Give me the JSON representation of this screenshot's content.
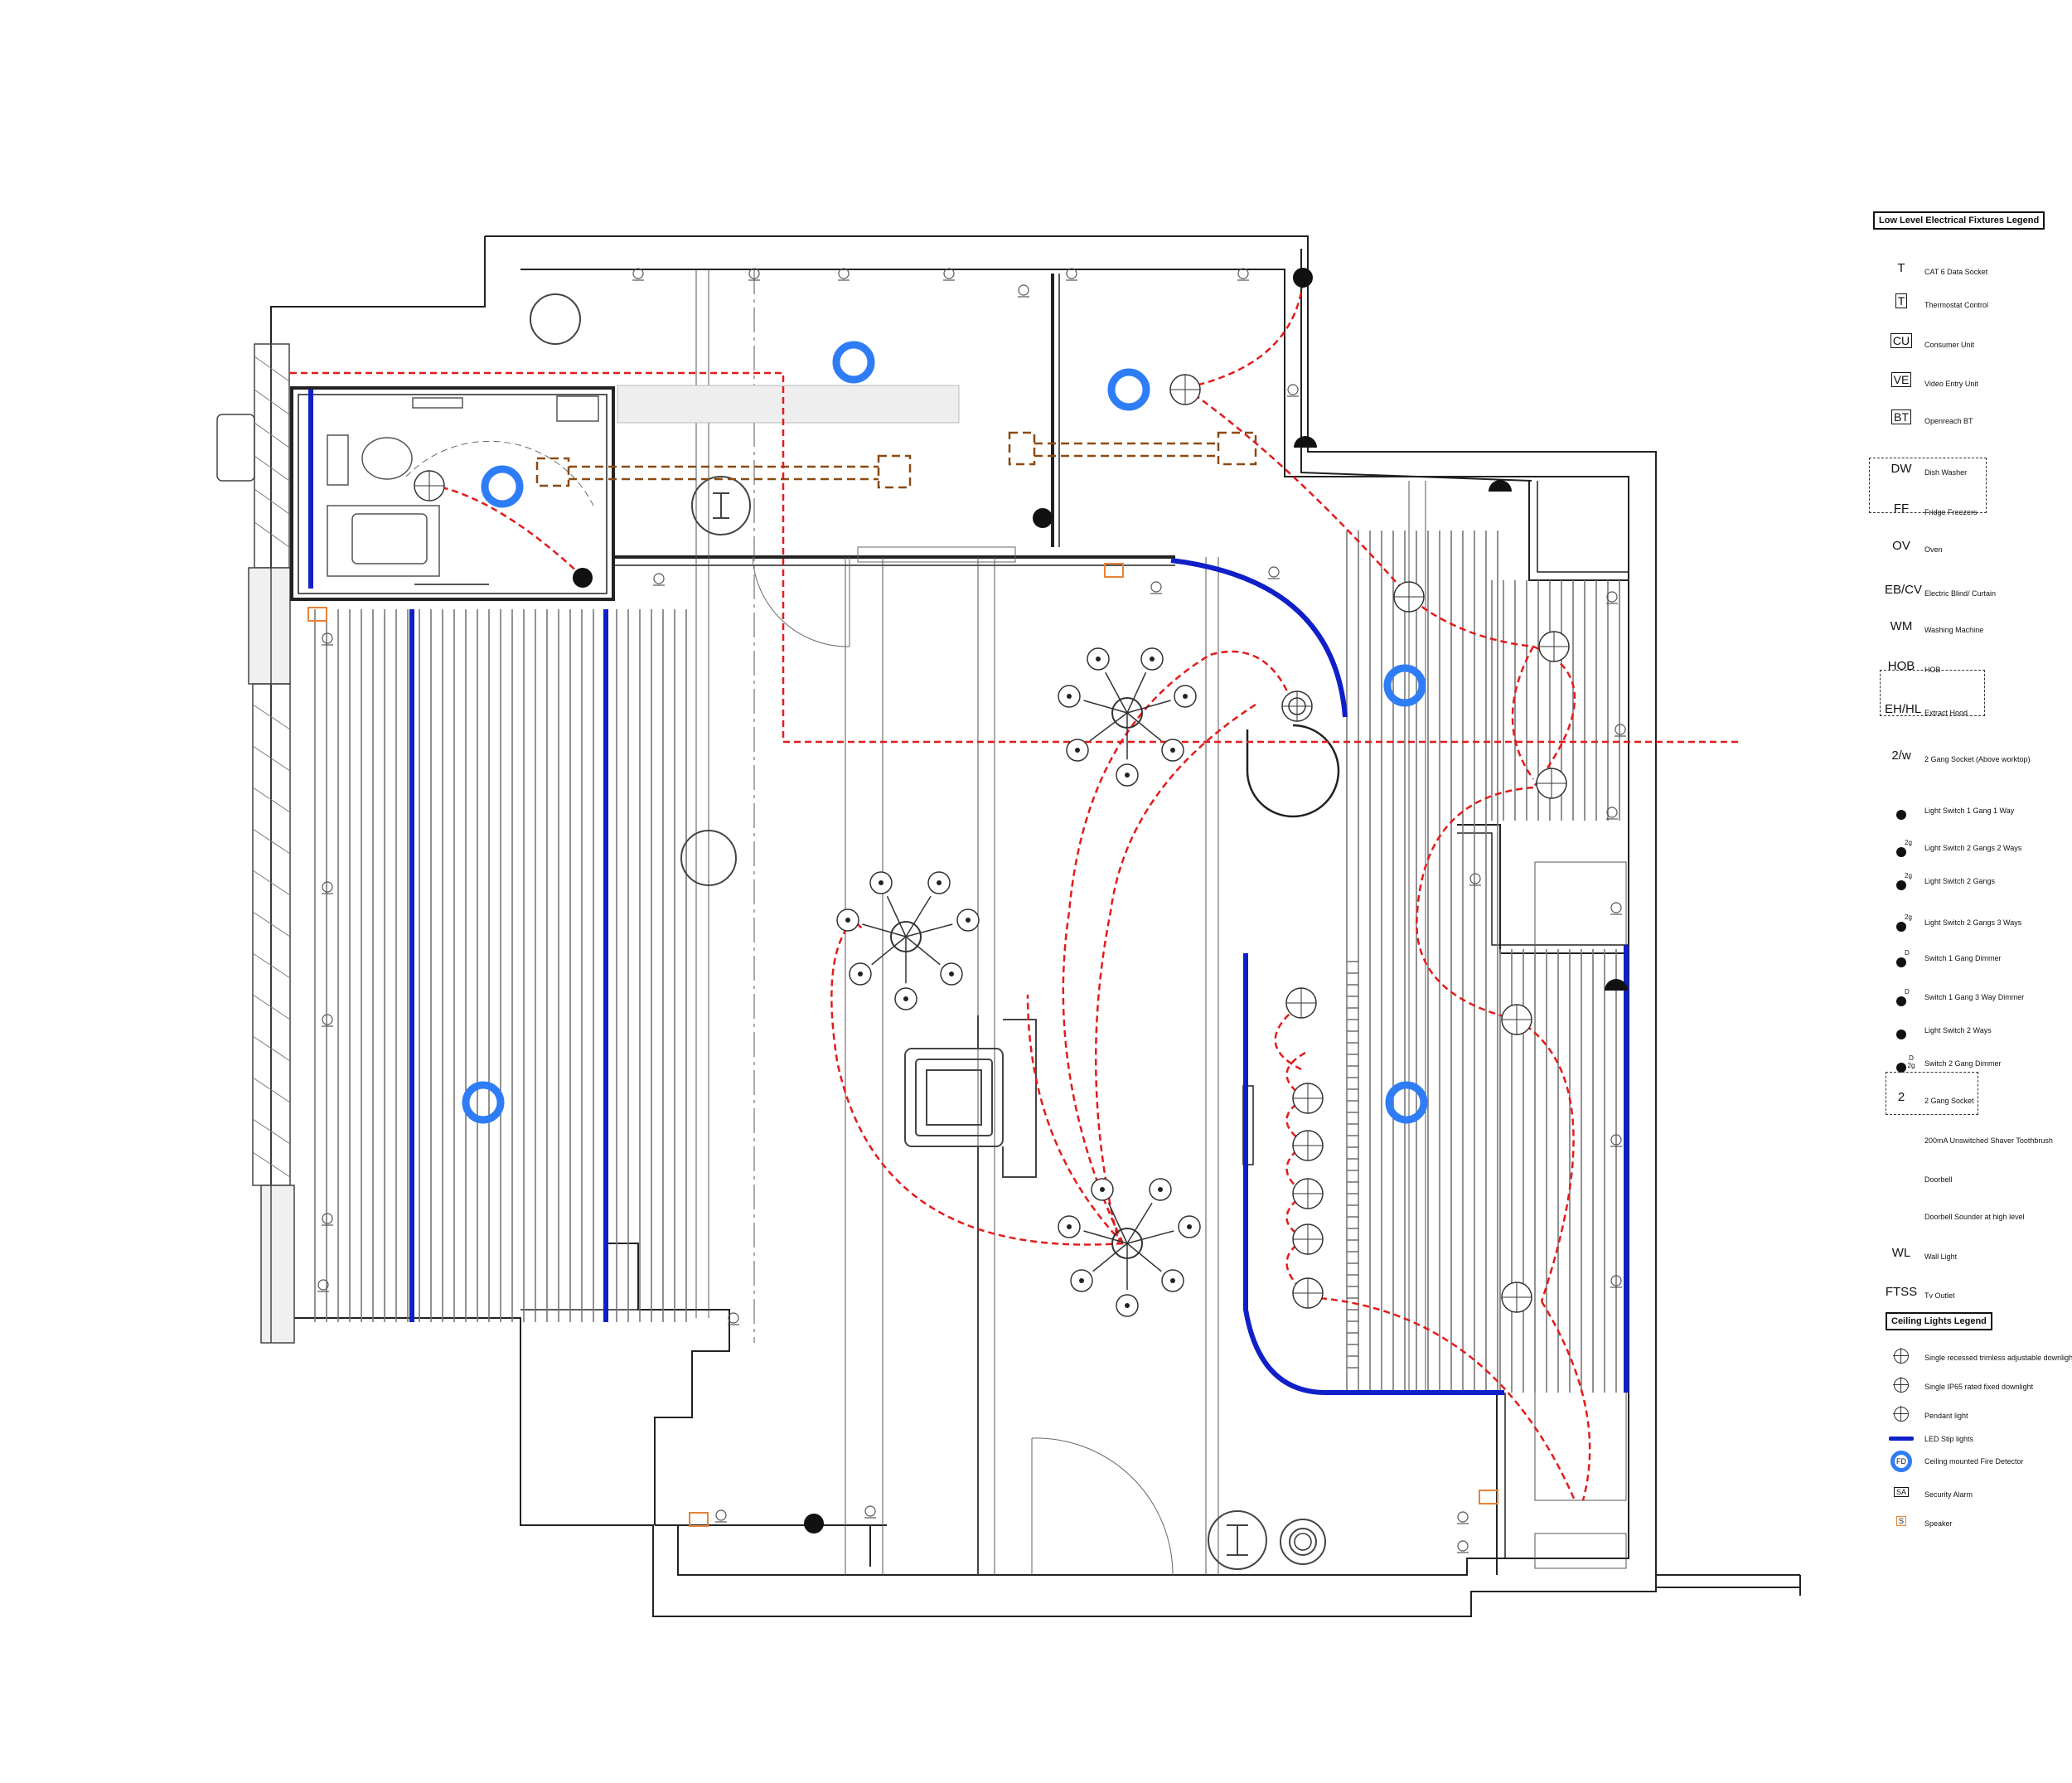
{
  "colors": {
    "wall": "#222222",
    "strip_led": "#1020c8",
    "fire_detector": "#2f7df6",
    "circuit": "#e31b1b",
    "dashed_duct": "#8b4a12",
    "speaker": "#e8823a"
  },
  "legend_low_level": {
    "title": "Low Level Electrical Fixtures Legend",
    "items": [
      {
        "symbol": "T",
        "label": "CAT 6 Data Socket",
        "icon": "data-socket-icon"
      },
      {
        "symbol": "T",
        "label": "Thermostat Control",
        "icon": "thermostat-icon"
      },
      {
        "symbol": "CU",
        "label": "Consumer Unit",
        "icon": "consumer-unit-icon"
      },
      {
        "symbol": "VE",
        "label": "Video Entry Unit",
        "icon": "video-entry-icon"
      },
      {
        "symbol": "BT",
        "label": "Openreach BT",
        "icon": "openreach-icon"
      },
      {
        "symbol": "DW",
        "label": "Dish Washer",
        "icon": "dishwasher-icon"
      },
      {
        "symbol": "FF",
        "label": "Fridge Freezers",
        "icon": "fridge-icon"
      },
      {
        "symbol": "OV",
        "label": "Oven",
        "icon": "oven-icon"
      },
      {
        "symbol": "EB/CV",
        "label": "Electric Blind/ Curtain",
        "icon": "blind-icon"
      },
      {
        "symbol": "WM",
        "label": "Washing Machine",
        "icon": "washing-machine-icon"
      },
      {
        "symbol": "HOB",
        "label": "HOB",
        "icon": "hob-icon"
      },
      {
        "symbol": "EH/HL",
        "label": "Extract Hood",
        "icon": "extract-hood-icon"
      },
      {
        "symbol": "2/w",
        "label": "2 Gang Socket  (Above worktop)",
        "icon": "socket-worktop-icon"
      },
      {
        "symbol": "",
        "label": "Light Switch 1 Gang 1 Way",
        "icon": "switch-icon"
      },
      {
        "symbol": "2g",
        "label": "Light Switch 2 Gangs 2 Ways",
        "icon": "switch-icon"
      },
      {
        "symbol": "2g",
        "label": "Light Switch 2 Gangs",
        "icon": "switch-icon"
      },
      {
        "symbol": "2g",
        "label": "Light Switch 2 Gangs 3 Ways",
        "icon": "switch-icon"
      },
      {
        "symbol": "D",
        "label": "Switch 1 Gang Dimmer",
        "icon": "dimmer-icon"
      },
      {
        "symbol": "D",
        "label": "Switch 1 Gang 3 Way Dimmer",
        "icon": "dimmer-icon"
      },
      {
        "symbol": "",
        "label": "Light Switch 2 Ways",
        "icon": "switch-icon"
      },
      {
        "symbol": "D 2g",
        "label": "Switch 2 Gang Dimmer",
        "icon": "dimmer-icon"
      },
      {
        "symbol": "2",
        "label": "2 Gang Socket",
        "icon": "socket-icon"
      },
      {
        "symbol": "",
        "label": "200mA Unswitched Shaver Toothbrush",
        "icon": "shaver-icon"
      },
      {
        "symbol": "",
        "label": "Doorbell",
        "icon": "doorbell-icon"
      },
      {
        "symbol": "",
        "label": "Doorbell Sounder at high level",
        "icon": "sounder-icon"
      },
      {
        "symbol": "WL",
        "label": "Wall Light",
        "icon": "wall-light-icon"
      },
      {
        "symbol": "FTSS",
        "label": "Tv Outlet",
        "icon": "tv-outlet-icon"
      }
    ]
  },
  "legend_ceiling": {
    "title": "Ceiling Lights Legend",
    "items": [
      {
        "label": "Single recessed trimless adjustable downlight",
        "icon": "downlight-adjustable-icon"
      },
      {
        "label": "Single IP65 rated fixed downlight",
        "icon": "downlight-ip65-icon"
      },
      {
        "label": "Pendant light",
        "icon": "pendant-icon"
      },
      {
        "label": "LED Stip lights",
        "icon": "led-strip-icon"
      },
      {
        "symbol": "FD",
        "label": "Ceiling mounted Fire Detector",
        "icon": "fire-detector-icon"
      },
      {
        "symbol": "SA",
        "label": "Security Alarm",
        "icon": "security-alarm-icon"
      },
      {
        "symbol": "S",
        "label": "Speaker",
        "icon": "speaker-icon"
      }
    ]
  }
}
